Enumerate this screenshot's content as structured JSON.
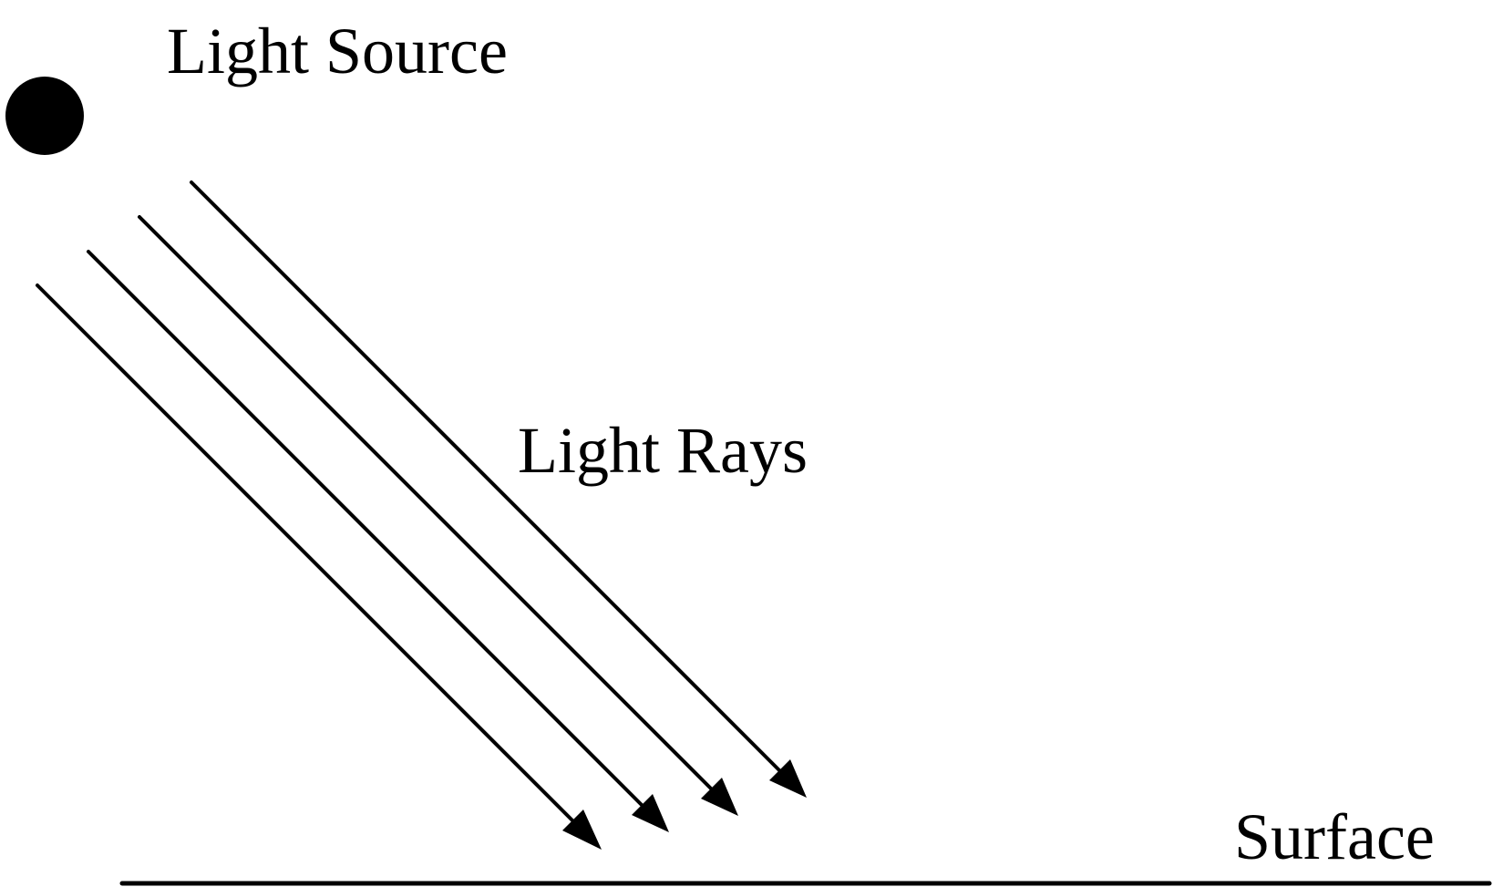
{
  "labels": {
    "light_source": "Light Source",
    "light_rays": "Light Rays",
    "surface": "Surface"
  },
  "colors": {
    "ink": "#000000",
    "background": "#ffffff"
  },
  "rays": [
    {
      "name": "ray-1"
    },
    {
      "name": "ray-2"
    },
    {
      "name": "ray-3"
    },
    {
      "name": "ray-4"
    }
  ]
}
